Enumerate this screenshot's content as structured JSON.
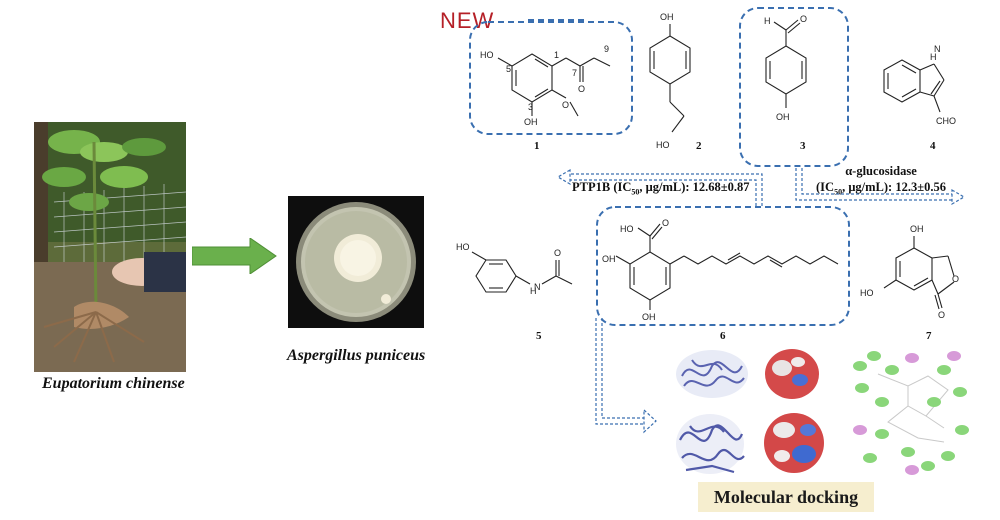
{
  "plant": {
    "caption": "Eupatorium chinense"
  },
  "fungus": {
    "caption": "Aspergillus puniceus"
  },
  "new_label": "NEW",
  "compounds": [
    {
      "number": "1"
    },
    {
      "number": "2"
    },
    {
      "number": "3"
    },
    {
      "number": "4"
    },
    {
      "number": "5"
    },
    {
      "number": "6"
    },
    {
      "number": "7"
    }
  ],
  "activities": {
    "ptp1b": {
      "name": "PTP1B",
      "unit": "μg/mL",
      "value": "12.68±0.87"
    },
    "alpha_glucosidase": {
      "name": "α-glucosidase",
      "unit": "μg/mL",
      "value": "12.3±0.56"
    }
  },
  "docking_label": "Molecular docking",
  "colors": {
    "highlight_box": "#3a6fb0",
    "new_text": "#b52027",
    "green_arrow": "#6ab04c",
    "docking_bg": "#f6eecf"
  },
  "icons": [
    "plant-photo",
    "petri-dish-photo",
    "protein-ribbon",
    "electrostatic-surface",
    "interaction-2d-map"
  ]
}
